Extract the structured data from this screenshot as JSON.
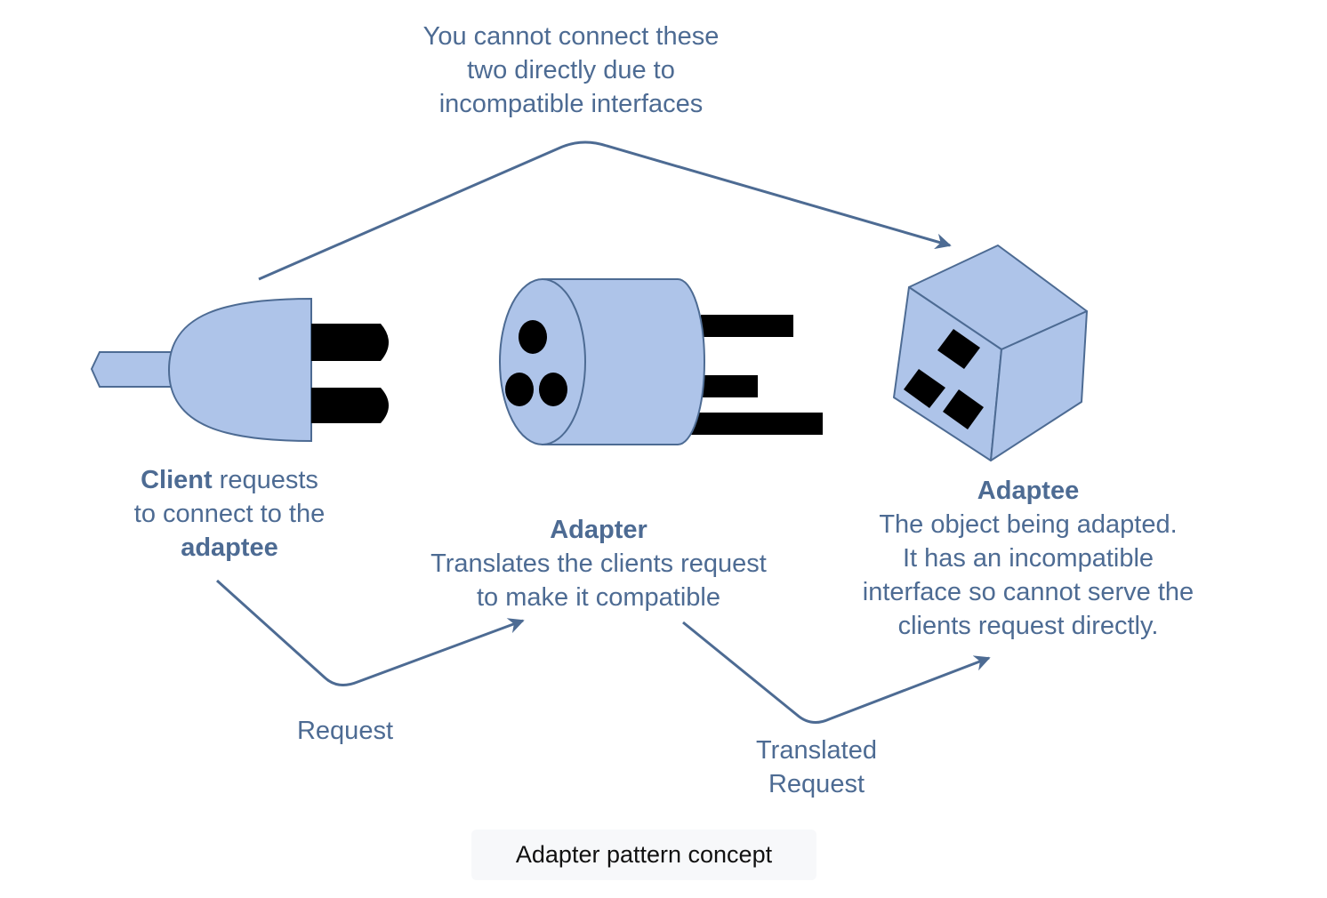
{
  "colors": {
    "shape_fill": "#aec4e9",
    "stroke": "#4d6b93",
    "text": "#4d6b93",
    "pins": "#000000",
    "caption_bg": "#f7f8fa",
    "caption_text": "#111111"
  },
  "labels": {
    "incompatible_note": [
      "You cannot connect these",
      "two directly due to",
      "incompatible interfaces"
    ],
    "client": {
      "bold1": "Client",
      "text1": " requests",
      "line2": "to connect to the",
      "bold3": "adaptee"
    },
    "adapter": {
      "title": "Adapter",
      "lines": [
        "Translates the clients request",
        "to make it compatible"
      ]
    },
    "adaptee": {
      "title": "Adaptee",
      "lines": [
        "The object being adapted.",
        "It has an incompatible",
        "interface so cannot serve the",
        "clients request directly."
      ]
    },
    "request": "Request",
    "translated_request": [
      "Translated",
      "Request"
    ]
  },
  "icons": [
    "plug-icon",
    "adapter-icon",
    "adaptee-cube-icon"
  ],
  "caption": "Adapter pattern concept"
}
